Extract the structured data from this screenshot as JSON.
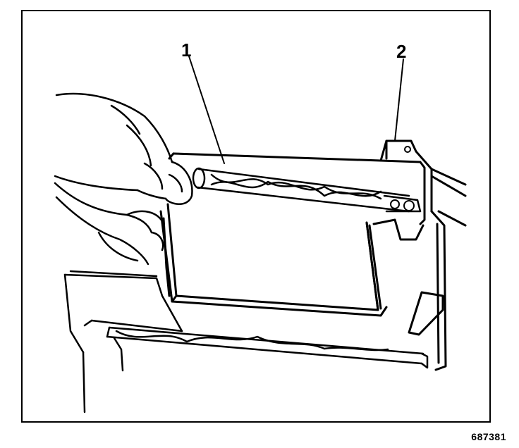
{
  "callouts": [
    {
      "id": "1",
      "label": "1"
    },
    {
      "id": "2",
      "label": "2"
    }
  ],
  "figure_id": "687381",
  "colors": {
    "ink": "#000000",
    "paper": "#ffffff"
  }
}
